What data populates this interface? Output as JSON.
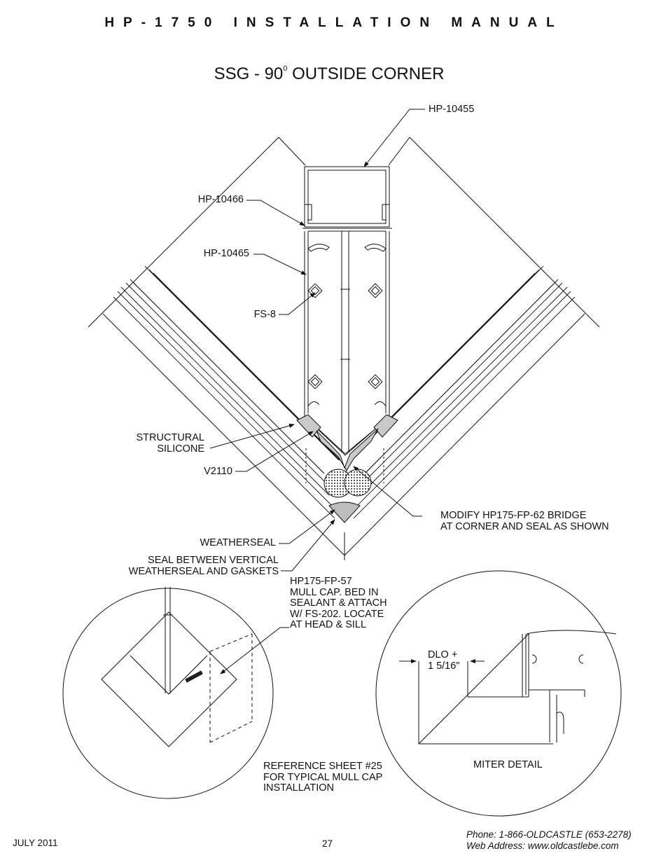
{
  "header": {
    "manual_title": "HP-1750 INSTALLATION MANUAL"
  },
  "drawing": {
    "title_prefix": "SSG - 90",
    "title_sup": "0",
    "title_suffix": " OUTSIDE CORNER",
    "labels": {
      "hp10455": "HP-10455",
      "hp10466": "HP-10466",
      "hp10465": "HP-10465",
      "fs8": "FS-8",
      "structural_silicone": "STRUCTURAL\nSILICONE",
      "v2110": "V2110",
      "modify_bridge": "MODIFY HP175-FP-62 BRIDGE\nAT CORNER AND SEAL AS SHOWN",
      "weatherseal": "WEATHERSEAL",
      "seal_between": "SEAL BETWEEN VERTICAL\nWEATHERSEAL AND GASKETS",
      "mull_cap": "HP175-FP-57\nMULL CAP. BED IN\nSEALANT & ATTACH\nW/ FS-202. LOCATE\nAT HEAD & SILL",
      "reference_sheet": "REFERENCE SHEET #25\nFOR TYPICAL MULL CAP\nINSTALLATION",
      "dlo": "DLO +\n1  5/16\"",
      "miter_detail": "MITER DETAIL"
    }
  },
  "footer": {
    "date": "JULY 2011",
    "page_number": "27",
    "phone": "Phone: 1-866-OLDCASTLE (653-2278)",
    "web": "Web Address: www.oldcastlebe.com"
  }
}
